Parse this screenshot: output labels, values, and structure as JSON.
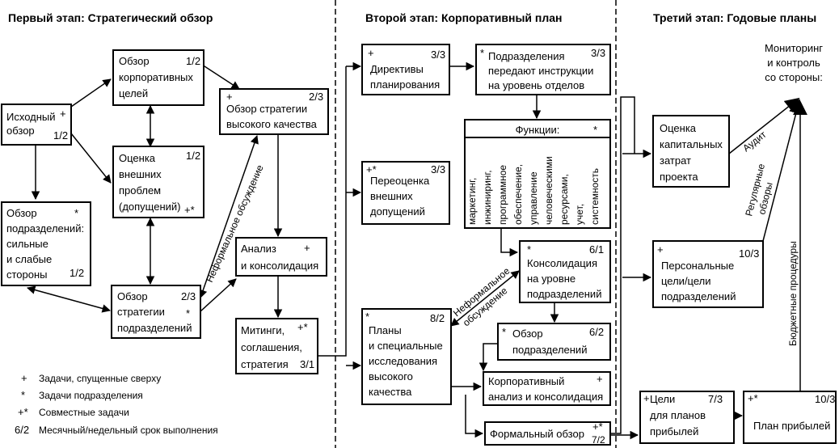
{
  "headers": {
    "stage1": "Первый этап: Стратегический обзор",
    "stage2": "Второй этап: Корпоративный план",
    "stage3": "Третий этап: Годовые планы"
  },
  "boxes": {
    "initial": {
      "lines": [
        "Исходный",
        "обзор"
      ],
      "mark": "+",
      "code": "1/2"
    },
    "corp_goals": {
      "lines": [
        "Обзор",
        "корпоративных",
        "целей"
      ],
      "code": "1/2"
    },
    "ext_problems": {
      "lines": [
        "Оценка",
        "внешних",
        "проблем",
        "(допущений)"
      ],
      "code": "1/2",
      "mark": "+*"
    },
    "div_review": {
      "lines": [
        "Обзор",
        "подразделений:",
        "сильные",
        "и слабые",
        "стороны"
      ],
      "mark": "*",
      "code": "1/2"
    },
    "hq_strategy": {
      "lines": [
        "Обзор стратегии",
        "высокого качества"
      ],
      "mark": "+",
      "code": "2/3"
    },
    "analysis": {
      "lines": [
        "Анализ",
        "и консолидация"
      ],
      "mark": "+"
    },
    "div_strategy": {
      "lines": [
        "Обзор",
        "стратегии",
        "подразделений"
      ],
      "code": "2/3",
      "mark": "*"
    },
    "meetings": {
      "lines": [
        "Митинги,",
        "соглашения,",
        "стратегия"
      ],
      "mark": "+*",
      "code": "3/1"
    },
    "directives": {
      "lines": [
        "Директивы",
        "планирования"
      ],
      "mark": "+",
      "code": "3/3"
    },
    "instructions": {
      "lines": [
        "Подразделения",
        "передают инструкции",
        "на уровень отделов"
      ],
      "mark": "*",
      "code": "3/3"
    },
    "reassess": {
      "lines": [
        "Переоценка",
        "внешних",
        "допущений"
      ],
      "mark": "+*",
      "code": "3/3"
    },
    "functions": {
      "title": "Функции:",
      "mark": "*",
      "items": [
        "маркетинг,",
        "инжиниринг,",
        "программное",
        "обеспечение,",
        "управление",
        "человеческими",
        "ресурсами,",
        "учет,",
        "системность"
      ]
    },
    "consolidation": {
      "lines": [
        "Консолидация",
        "на уровне",
        "подразделений"
      ],
      "mark": "*",
      "code": "6/1"
    },
    "plans_studies": {
      "lines": [
        "Планы",
        "и специальные",
        "исследования",
        "высокого",
        "качества"
      ],
      "mark": "*",
      "code": "8/2"
    },
    "div_overview": {
      "lines": [
        "Обзор",
        "подразделений"
      ],
      "mark": "*",
      "code": "6/2"
    },
    "corp_analysis": {
      "lines": [
        "Корпоративный",
        "анализ и консолидация"
      ],
      "mark": "+"
    },
    "formal_review": {
      "lines": [
        "Формальный обзор"
      ],
      "mark": "+*",
      "code": "7/2"
    },
    "capex": {
      "lines": [
        "Оценка",
        "капитальных",
        "затрат",
        "проекта"
      ]
    },
    "personal_goals": {
      "lines": [
        "Персональные",
        "цели/цели",
        "подразделений"
      ],
      "mark": "+",
      "code": "10/3"
    },
    "plan_goals": {
      "lines": [
        "Цели",
        "для планов",
        "прибылей"
      ],
      "mark": "+",
      "code": "7/3"
    },
    "profit_plan": {
      "lines": [
        "План прибылей"
      ],
      "mark": "+*",
      "code": "10/3"
    }
  },
  "monitoring": [
    "Мониторинг",
    "и контроль",
    "со стороны:"
  ],
  "edge_labels": {
    "informal1": "Неформальное обсуждение",
    "informal2a": "Неформальное",
    "informal2b": "обсуждение",
    "audit": "Аудит",
    "regular_a": "Регулярные",
    "regular_b": "обзоры",
    "budget": "Бюджетные процедуры"
  },
  "legend": [
    {
      "sym": "+",
      "text": "Задачи, спущенные сверху"
    },
    {
      "sym": "*",
      "text": "Задачи подразделения"
    },
    {
      "sym": "+*",
      "text": "Совместные задачи"
    },
    {
      "sym": "6/2",
      "text": "Месячный/недельный срок выполнения"
    }
  ]
}
